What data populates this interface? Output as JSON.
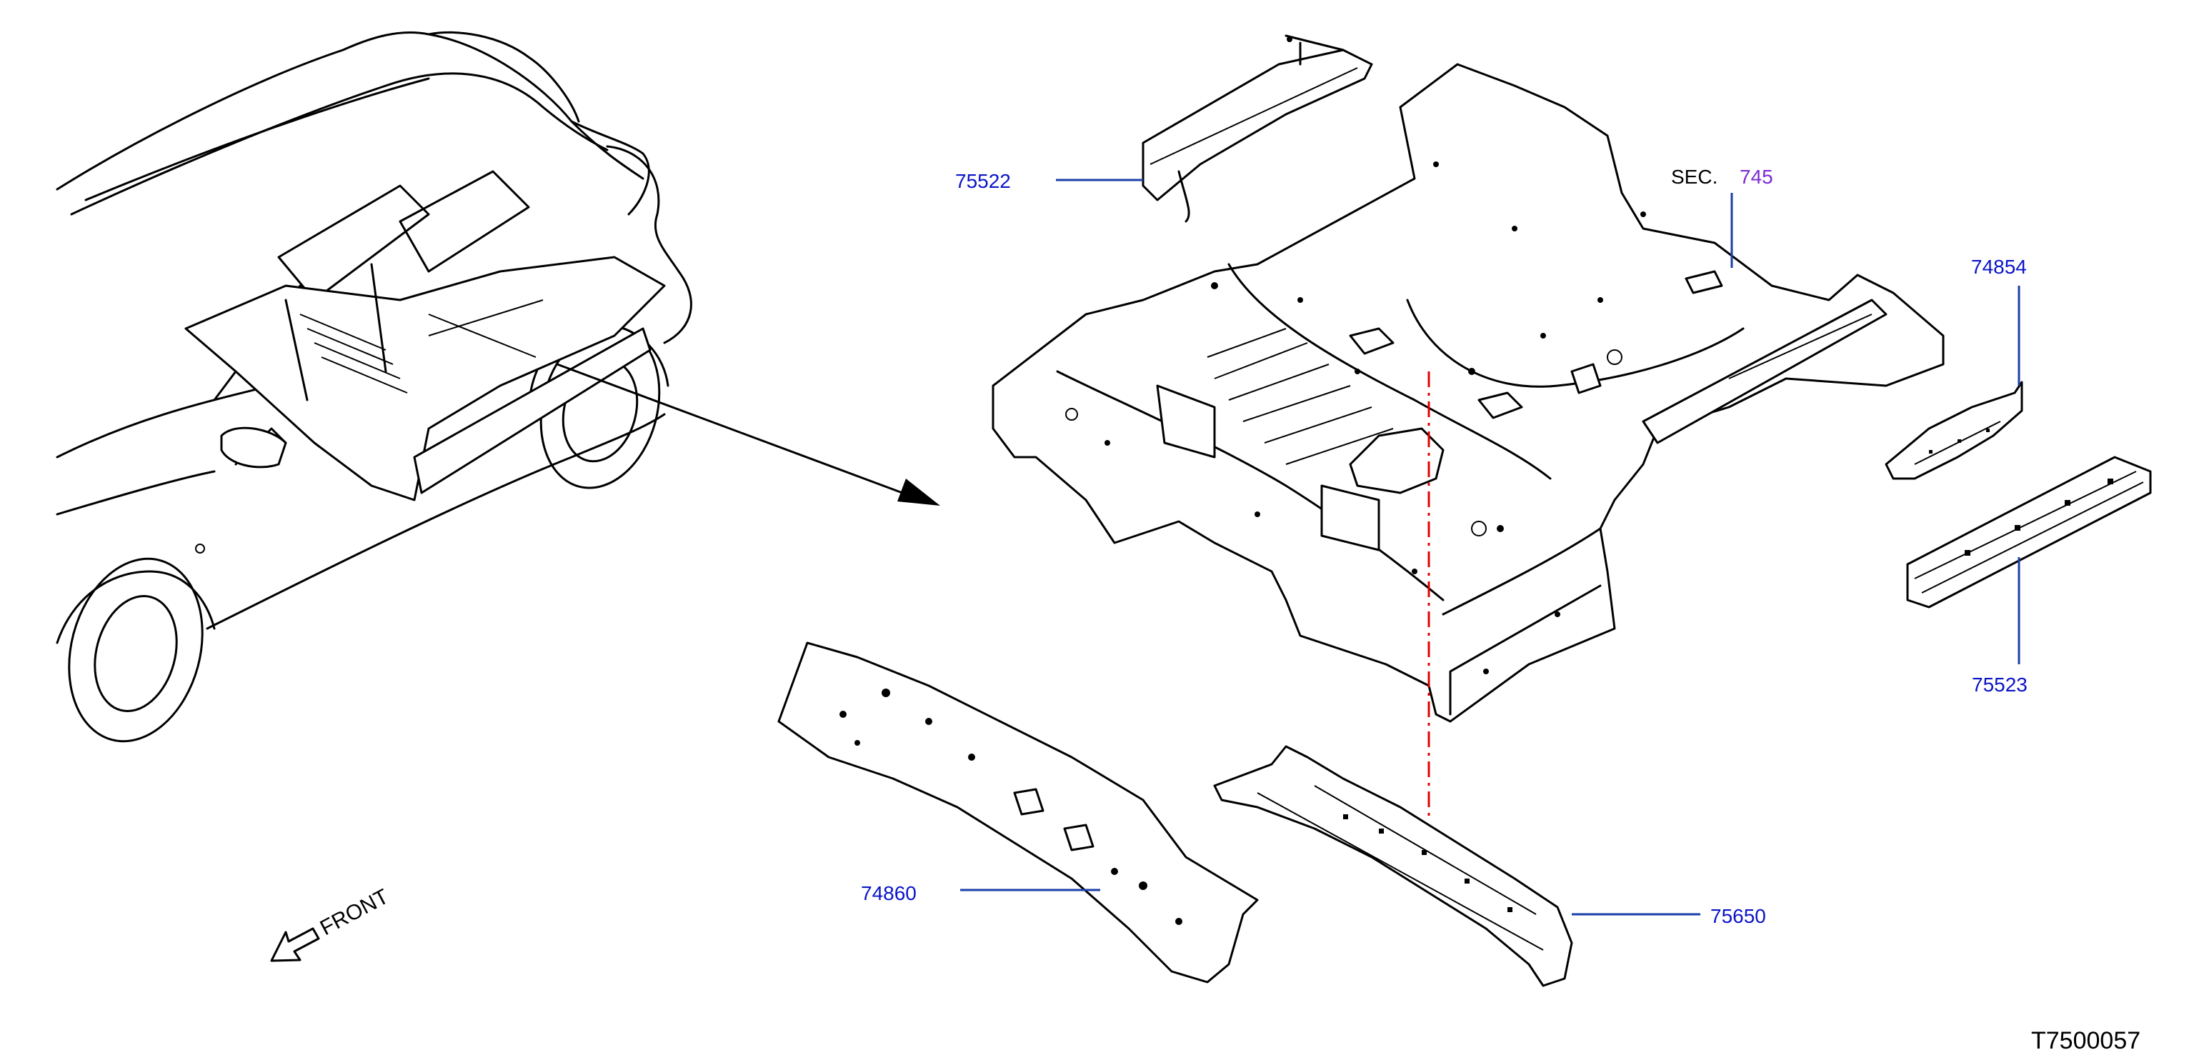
{
  "colors": {
    "part_label": "#0a14c8",
    "leader": "#1a3fa8",
    "section_link": "#7a2bd6",
    "center_line": "#e00000",
    "line_art": "#000000",
    "background": "#ffffff"
  },
  "callouts": {
    "p75522": "75522",
    "p74854": "74854",
    "p75523": "75523",
    "p74860": "74860",
    "p75650": "75650"
  },
  "section_ref": {
    "prefix": "SEC.",
    "number": "745"
  },
  "front_label": "FRONT",
  "diagram_code": "T7500057"
}
